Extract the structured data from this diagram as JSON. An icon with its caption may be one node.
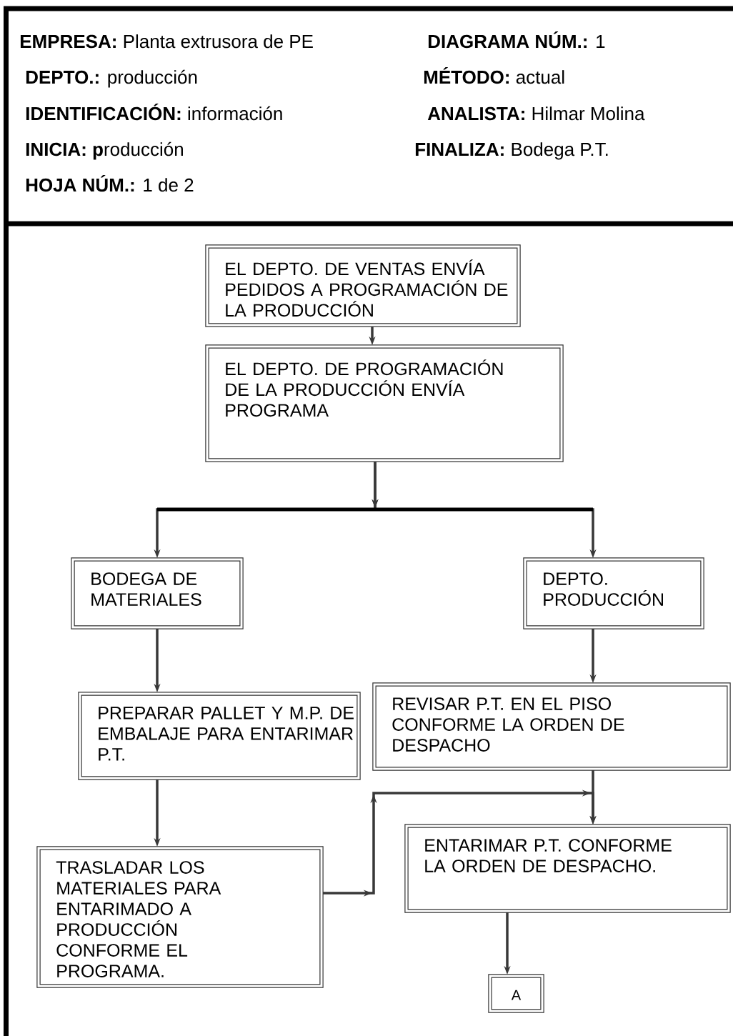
{
  "diagram": {
    "nodes": [
      {
        "text": [
          "EL DEPTO. DE VENTAS ENVÍA PEDIDOS A PROGRAMACIÓN DE LA PRODUCCIÓN"
        ]
      },
      {
        "text": [
          "EL DEPTO. DE PROGRAMACIÓN DE LA PRODUCCIÓN ENVÍA PROGRAMA"
        ]
      },
      {
        "text": [
          "BODEGA DE MATERIALES"
        ]
      },
      {
        "text": [
          "DEPTO. PRODUCCIÓN"
        ]
      },
      {
        "text": [
          "PREPARAR PALLET Y M.P. DE EMBALAJE PARA ENTARIMAR P.T."
        ]
      },
      {
        "text": [
          "REVISAR P.T. EN EL PISO CONFORME LA ORDEN DE DESPACHO"
        ]
      },
      {
        "text": [
          "TRASLADAR LOS MATERIALES PARA ENTARIMADO A PRODUCCIÓN CONFORME EL PROGRAMA."
        ]
      },
      {
        "text": [
          "ENTARIMAR P.T. CONFORME LA ORDEN DE DESPACHO."
        ]
      },
      {
        "text": [
          "A"
        ]
      }
    ],
    "edges": [
      {
        "from": 0,
        "to": 1,
        "arrow": "to"
      },
      {
        "from": 1,
        "to": 2,
        "arrow": "to"
      },
      {
        "from": 1,
        "to": 3,
        "arrow": "to"
      },
      {
        "from": 2,
        "to": 4,
        "arrow": "to"
      },
      {
        "from": 3,
        "to": 5,
        "arrow": "to"
      },
      {
        "from": 4,
        "to": 6,
        "arrow": "to"
      },
      {
        "from": 5,
        "to": 7,
        "arrow": "to"
      },
      {
        "from": 6,
        "to": 7,
        "arrow": "to"
      },
      {
        "from": 7,
        "to": 8,
        "arrow": "to"
      }
    ],
    "labels": [
      "**EMPRESA:** Planta extrusora de PE",
      "**DIAGRAMA NÚM.:** 1",
      "**DEPTO.:** producción",
      "**MÉTODO:** actual",
      "**IDENTIFICACIÓN:** información",
      "**ANALISTA:** Hilmar Molina",
      "**INICIA: p**roducción",
      "**FINALIZA:** Bodega P.T.",
      "**HOJA NÚM.:** 1 de 2"
    ]
  }
}
